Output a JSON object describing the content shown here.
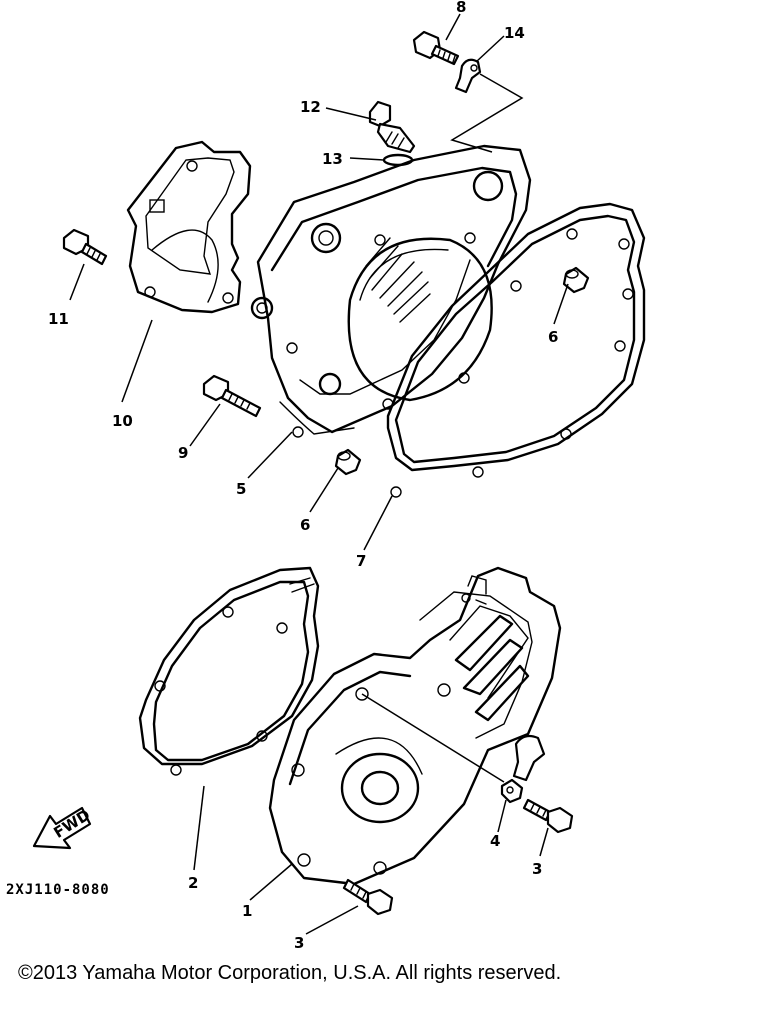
{
  "diagram_code": "2XJ110-8080",
  "fwd_label": "FWD",
  "copyright": "©2013 Yamaha Motor Corporation, U.S.A. All rights reserved.",
  "callouts": [
    "1",
    "2",
    "3",
    "3",
    "4",
    "5",
    "6",
    "6",
    "7",
    "8",
    "9",
    "10",
    "11",
    "12",
    "13",
    "14"
  ]
}
